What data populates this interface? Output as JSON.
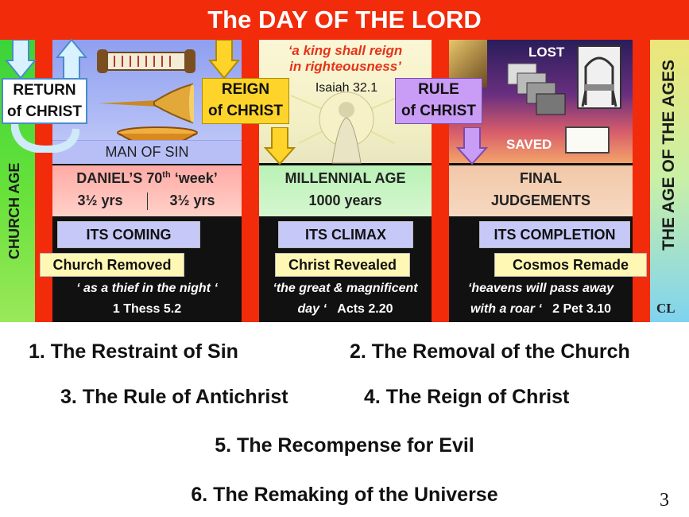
{
  "title": "The DAY OF THE LORD",
  "side": {
    "left": "CHURCH   AGE",
    "right": "THE AGE OF THE AGES"
  },
  "tags": {
    "return": [
      "RETURN",
      "of CHRIST"
    ],
    "reign": [
      "REIGN",
      "of CHRIST"
    ],
    "rule": [
      "RULE",
      "of CHRIST"
    ]
  },
  "panel1": {
    "header": "MAN OF SIN",
    "daniel_title": "DANIEL’S 70",
    "daniel_sup": "th",
    "daniel_week": " ‘week’",
    "half_a": "3½ yrs",
    "half_b": "3½ yrs",
    "phase": "ITS COMING",
    "event": "Church Removed",
    "quote": "‘ as a thief in the night ‘",
    "ref": "1 Thess 5.2"
  },
  "panel2": {
    "quote_top_1": "‘a king shall reign",
    "quote_top_2": "in righteousness’",
    "ref_top": "Isaiah 32.1",
    "age_title": "MILLENNIAL AGE",
    "age_years": "1000 years",
    "phase": "ITS CLIMAX",
    "event": "Christ Revealed",
    "quote_1": "‘the great & magnificent",
    "quote_2": "day ‘",
    "ref": "Acts 2.20"
  },
  "panel3": {
    "lost": "LOST",
    "saved": "SAVED",
    "final_1": "FINAL",
    "final_2": "JUDGEMENTS",
    "phase": "ITS COMPLETION",
    "event": "Cosmos Remade",
    "quote_1": "‘heavens will pass away",
    "quote_2": "with a roar ‘",
    "ref": "2 Pet 3.10"
  },
  "initials": "CL",
  "list": [
    "1. The Restraint of Sin",
    "2. The Removal of the Church",
    "3. The Rule of Antichrist",
    "4. The Reign of Christ",
    "5. The Recompense for Evil",
    "6. The Remaking of the Universe"
  ],
  "page_number": "3",
  "colors": {
    "background_red": "#f22b0b",
    "tag_yellow": "#ffd42a",
    "tag_purple": "#c99cf5",
    "phase_blue": "#c6c9f7"
  }
}
